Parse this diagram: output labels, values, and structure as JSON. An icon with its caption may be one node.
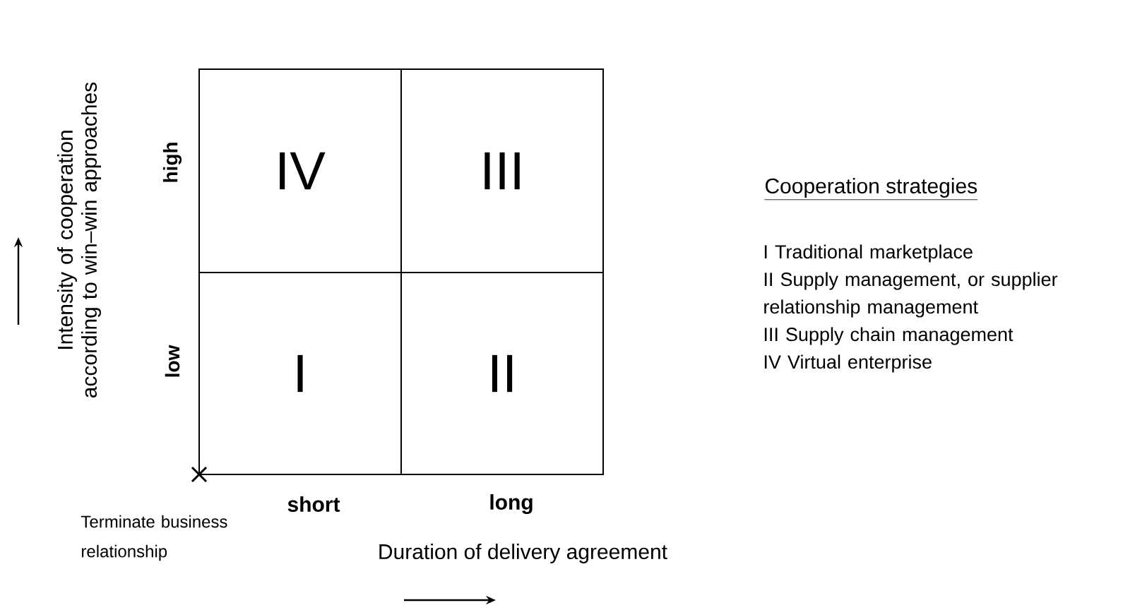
{
  "diagram": {
    "nodes": [
      {
        "text": [
          "IV"
        ]
      },
      {
        "text": [
          "III"
        ]
      },
      {
        "text": [
          "I"
        ]
      },
      {
        "text": [
          "II"
        ]
      }
    ],
    "labels": [
      "Intensity of cooperation according to win–win approaches",
      "high",
      "low",
      "short",
      "long",
      "Terminate business relationship",
      "Duration of delivery agreement",
      "Cooperation strategies",
      "I Traditional marketplace",
      "II Supply management, or supplier relationship management",
      "III Supply chain management",
      "IV Virtual enterprise"
    ]
  }
}
